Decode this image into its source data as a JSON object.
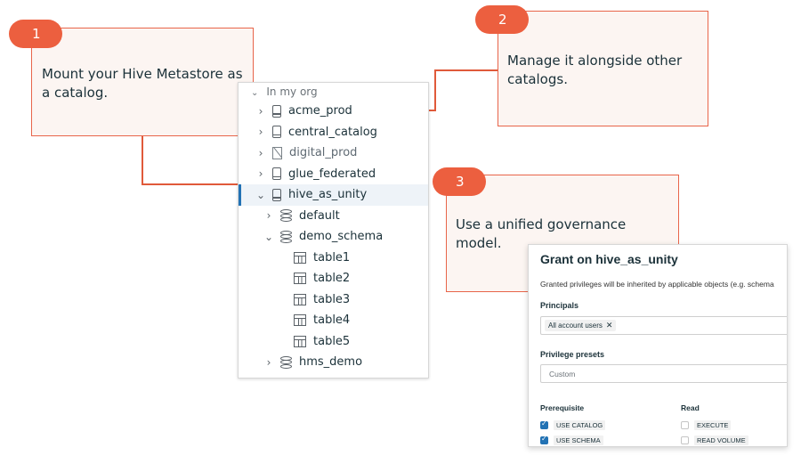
{
  "callouts": [
    {
      "number": "1",
      "text": "Mount your Hive Metastore as a catalog."
    },
    {
      "number": "2",
      "text": "Manage it alongside other catalogs."
    },
    {
      "number": "3",
      "text": "Use a unified governance model."
    }
  ],
  "catalog_tree": {
    "header": "In my org",
    "items": [
      {
        "label": "acme_prod",
        "chevron": "›"
      },
      {
        "label": "central_catalog",
        "chevron": "›"
      },
      {
        "label": "digital_prod",
        "chevron": "›"
      },
      {
        "label": "glue_federated",
        "chevron": "›"
      },
      {
        "label": "hive_as_unity",
        "chevron": "⌄"
      },
      {
        "label": "default",
        "chevron": "›"
      },
      {
        "label": "demo_schema",
        "chevron": "⌄"
      },
      {
        "label": "table1"
      },
      {
        "label": "table2"
      },
      {
        "label": "table3"
      },
      {
        "label": "table4"
      },
      {
        "label": "table5"
      },
      {
        "label": "hms_demo",
        "chevron": "›"
      }
    ]
  },
  "grant_dialog": {
    "title": "Grant on hive_as_unity",
    "description": "Granted privileges will be inherited by applicable objects (e.g. schema",
    "principals_label": "Principals",
    "principal_chip": "All account users",
    "chip_remove": "✕",
    "presets_label": "Privilege presets",
    "presets_value": "Custom",
    "prerequisite_header": "Prerequisite",
    "read_header": "Read",
    "privileges": [
      {
        "label": "USE CATALOG",
        "checked": true
      },
      {
        "label": "USE SCHEMA",
        "checked": true
      },
      {
        "label": "EXECUTE",
        "checked": false
      },
      {
        "label": "READ VOLUME",
        "checked": false
      }
    ]
  },
  "colors": {
    "accent": "#ec5f3f",
    "callout_bg": "#fcf5f2",
    "selected_bar": "#2272b4",
    "checkbox": "#2272b4"
  },
  "icons": {
    "catalog": "catalog-icon",
    "foreign_catalog": "catalog-unavailable-icon",
    "schema": "database-icon",
    "table": "table-icon"
  }
}
